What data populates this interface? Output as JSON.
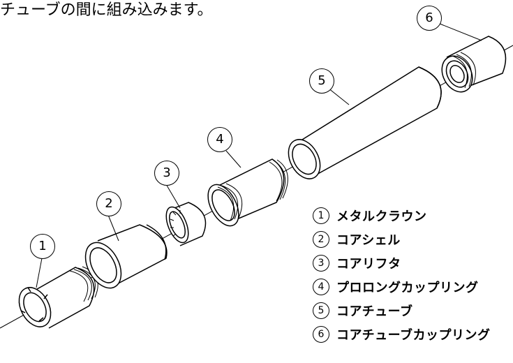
{
  "caption": "チューブの間に組み込みます。",
  "callouts": [
    "1",
    "2",
    "3",
    "4",
    "5",
    "6"
  ],
  "legend": [
    {
      "num": "1",
      "label": "メタルクラウン"
    },
    {
      "num": "2",
      "label": "コアシェル"
    },
    {
      "num": "3",
      "label": "コアリフタ"
    },
    {
      "num": "4",
      "label": "プロロングカップリング"
    },
    {
      "num": "5",
      "label": "コアチューブ"
    },
    {
      "num": "6",
      "label": "コアチューブカップリング"
    }
  ]
}
